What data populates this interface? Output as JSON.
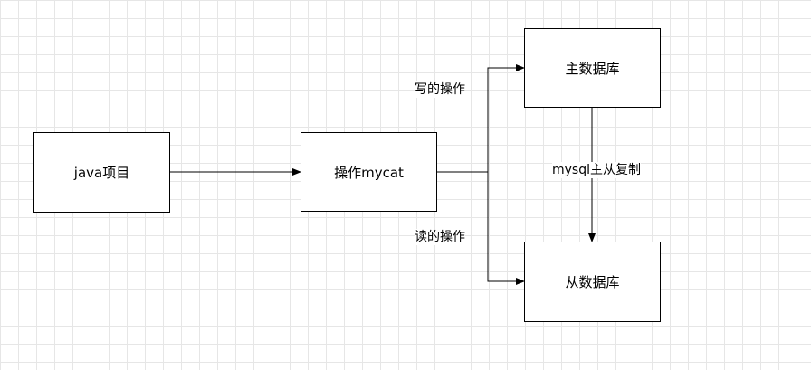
{
  "nodes": {
    "java_project": "java项目",
    "mycat": "操作mycat",
    "master_db": "主数据库",
    "slave_db": "从数据库"
  },
  "edge_labels": {
    "write": "写的操作",
    "read": "读的操作",
    "replication": "mysql主从复制"
  },
  "colors": {
    "line": "#000000",
    "grid": "#e6e6e6",
    "background": "#ffffff"
  }
}
